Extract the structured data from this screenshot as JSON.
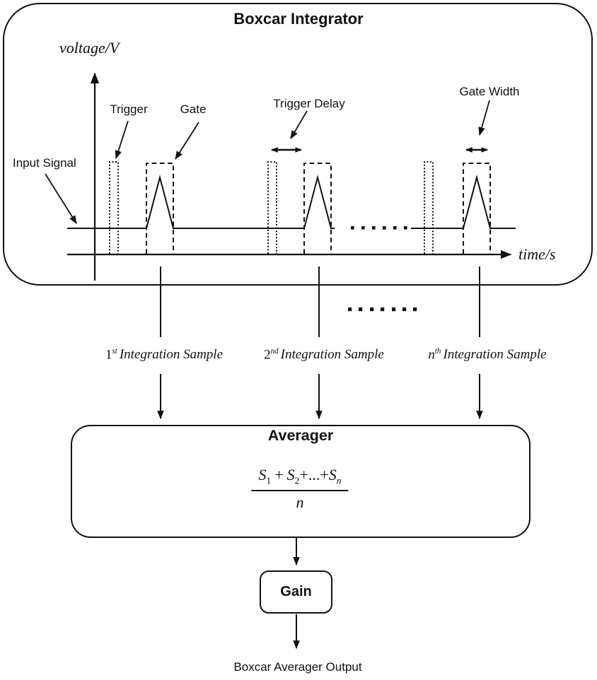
{
  "boxcar": {
    "title": "Boxcar Integrator",
    "axes": {
      "y_label": "voltage/V",
      "x_label": "time/s"
    },
    "labels": {
      "input_signal": "Input Signal",
      "trigger": "Trigger",
      "gate": "Gate",
      "trigger_delay": "Trigger Delay",
      "gate_width": "Gate Width"
    }
  },
  "samples": [
    {
      "prefix": "1",
      "sup": "st",
      "rest": "Integration Sample"
    },
    {
      "prefix": "2",
      "sup": "nd",
      "rest": "Integration Sample"
    },
    {
      "prefix": "n",
      "sup": "th",
      "rest": "Integration Sample"
    }
  ],
  "averager": {
    "title": "Averager",
    "formula": {
      "s1_base": "S",
      "s1_sub": "1",
      "plus": "+",
      "s2_base": "S",
      "s2_sub": "2",
      "mid": "+...+",
      "sn_base": "S",
      "sn_sub": "n",
      "denominator": "n"
    }
  },
  "gain": {
    "label": "Gain"
  },
  "output": {
    "label": "Boxcar Averager Output"
  },
  "colors": {
    "ink": "#111111",
    "background": "#ffffff"
  }
}
